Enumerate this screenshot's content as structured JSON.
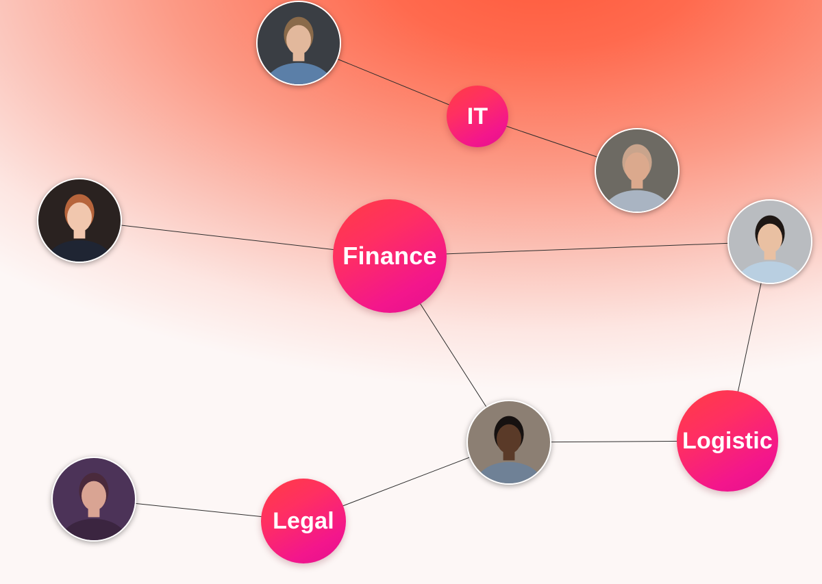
{
  "departments": [
    {
      "id": "it",
      "label": "IT"
    },
    {
      "id": "finance",
      "label": "Finance"
    },
    {
      "id": "logistic",
      "label": "Logistic"
    },
    {
      "id": "legal",
      "label": "Legal"
    }
  ],
  "people": [
    {
      "id": "p1",
      "icon": "avatar-photo-icon",
      "skin": "#e2b89c",
      "hair": "#8a6a4a",
      "shirt": "#5b7fa8",
      "bg": "#3a3e44"
    },
    {
      "id": "p2",
      "icon": "avatar-photo-icon",
      "skin": "#dba98d",
      "hair": "#c9a48c",
      "shirt": "#a9b4c2",
      "bg": "#6d6a63"
    },
    {
      "id": "p3",
      "icon": "avatar-photo-icon",
      "skin": "#f1c7ae",
      "hair": "#b7653c",
      "shirt": "#1f2533",
      "bg": "#2a2220"
    },
    {
      "id": "p4",
      "icon": "avatar-photo-icon",
      "skin": "#e9c0a2",
      "hair": "#1e1714",
      "shirt": "#b9cfe1",
      "bg": "#b9bcc0"
    },
    {
      "id": "p5",
      "icon": "avatar-photo-icon",
      "skin": "#5a3a28",
      "hair": "#161110",
      "shirt": "#6f8196",
      "bg": "#8c7f73"
    },
    {
      "id": "p6",
      "icon": "avatar-photo-icon",
      "skin": "#d9a493",
      "hair": "#4a2a3c",
      "shirt": "#3b2540",
      "bg": "#4c3358"
    }
  ],
  "edges": [
    [
      "p1",
      "it"
    ],
    [
      "it",
      "p2"
    ],
    [
      "p3",
      "finance"
    ],
    [
      "finance",
      "p4"
    ],
    [
      "finance",
      "p5"
    ],
    [
      "p4",
      "logistic"
    ],
    [
      "p5",
      "logistic"
    ],
    [
      "p5",
      "legal"
    ],
    [
      "p6",
      "legal"
    ]
  ],
  "colors": {
    "edge": "#2b2b2b",
    "node_gradient_start": "#ff3d44",
    "node_gradient_end": "#e4108f",
    "background_warm": "#ff5a3c",
    "background_light": "#fdf7f6"
  }
}
